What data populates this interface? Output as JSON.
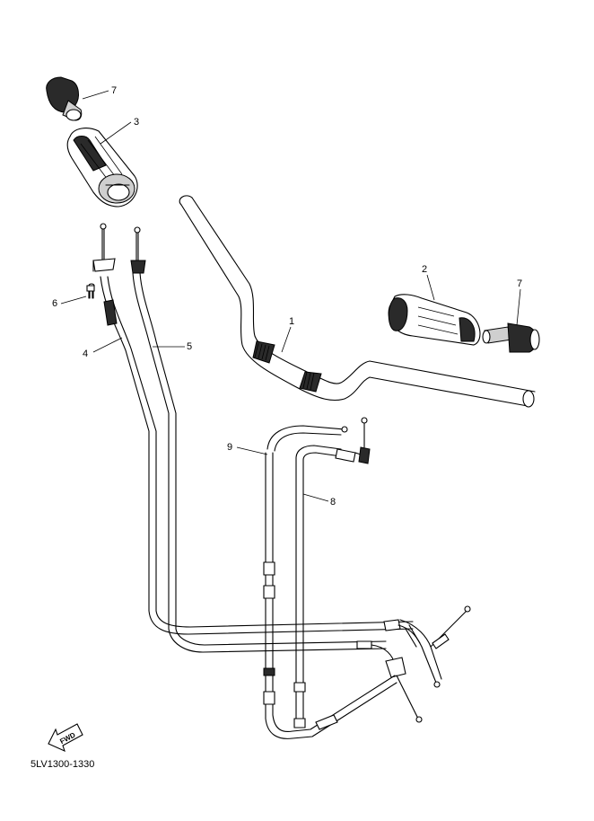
{
  "callouts": [
    {
      "id": "7",
      "label": "7"
    },
    {
      "id": "3",
      "label": "3"
    },
    {
      "id": "6",
      "label": "6"
    },
    {
      "id": "4",
      "label": "4"
    },
    {
      "id": "5",
      "label": "5"
    },
    {
      "id": "1",
      "label": "1"
    },
    {
      "id": "2",
      "label": "2"
    },
    {
      "id": "7b",
      "label": "7"
    },
    {
      "id": "9",
      "label": "9"
    },
    {
      "id": "8",
      "label": "8"
    }
  ],
  "fwd_label": "FWD",
  "diagram_code": "5LV1300-1330"
}
